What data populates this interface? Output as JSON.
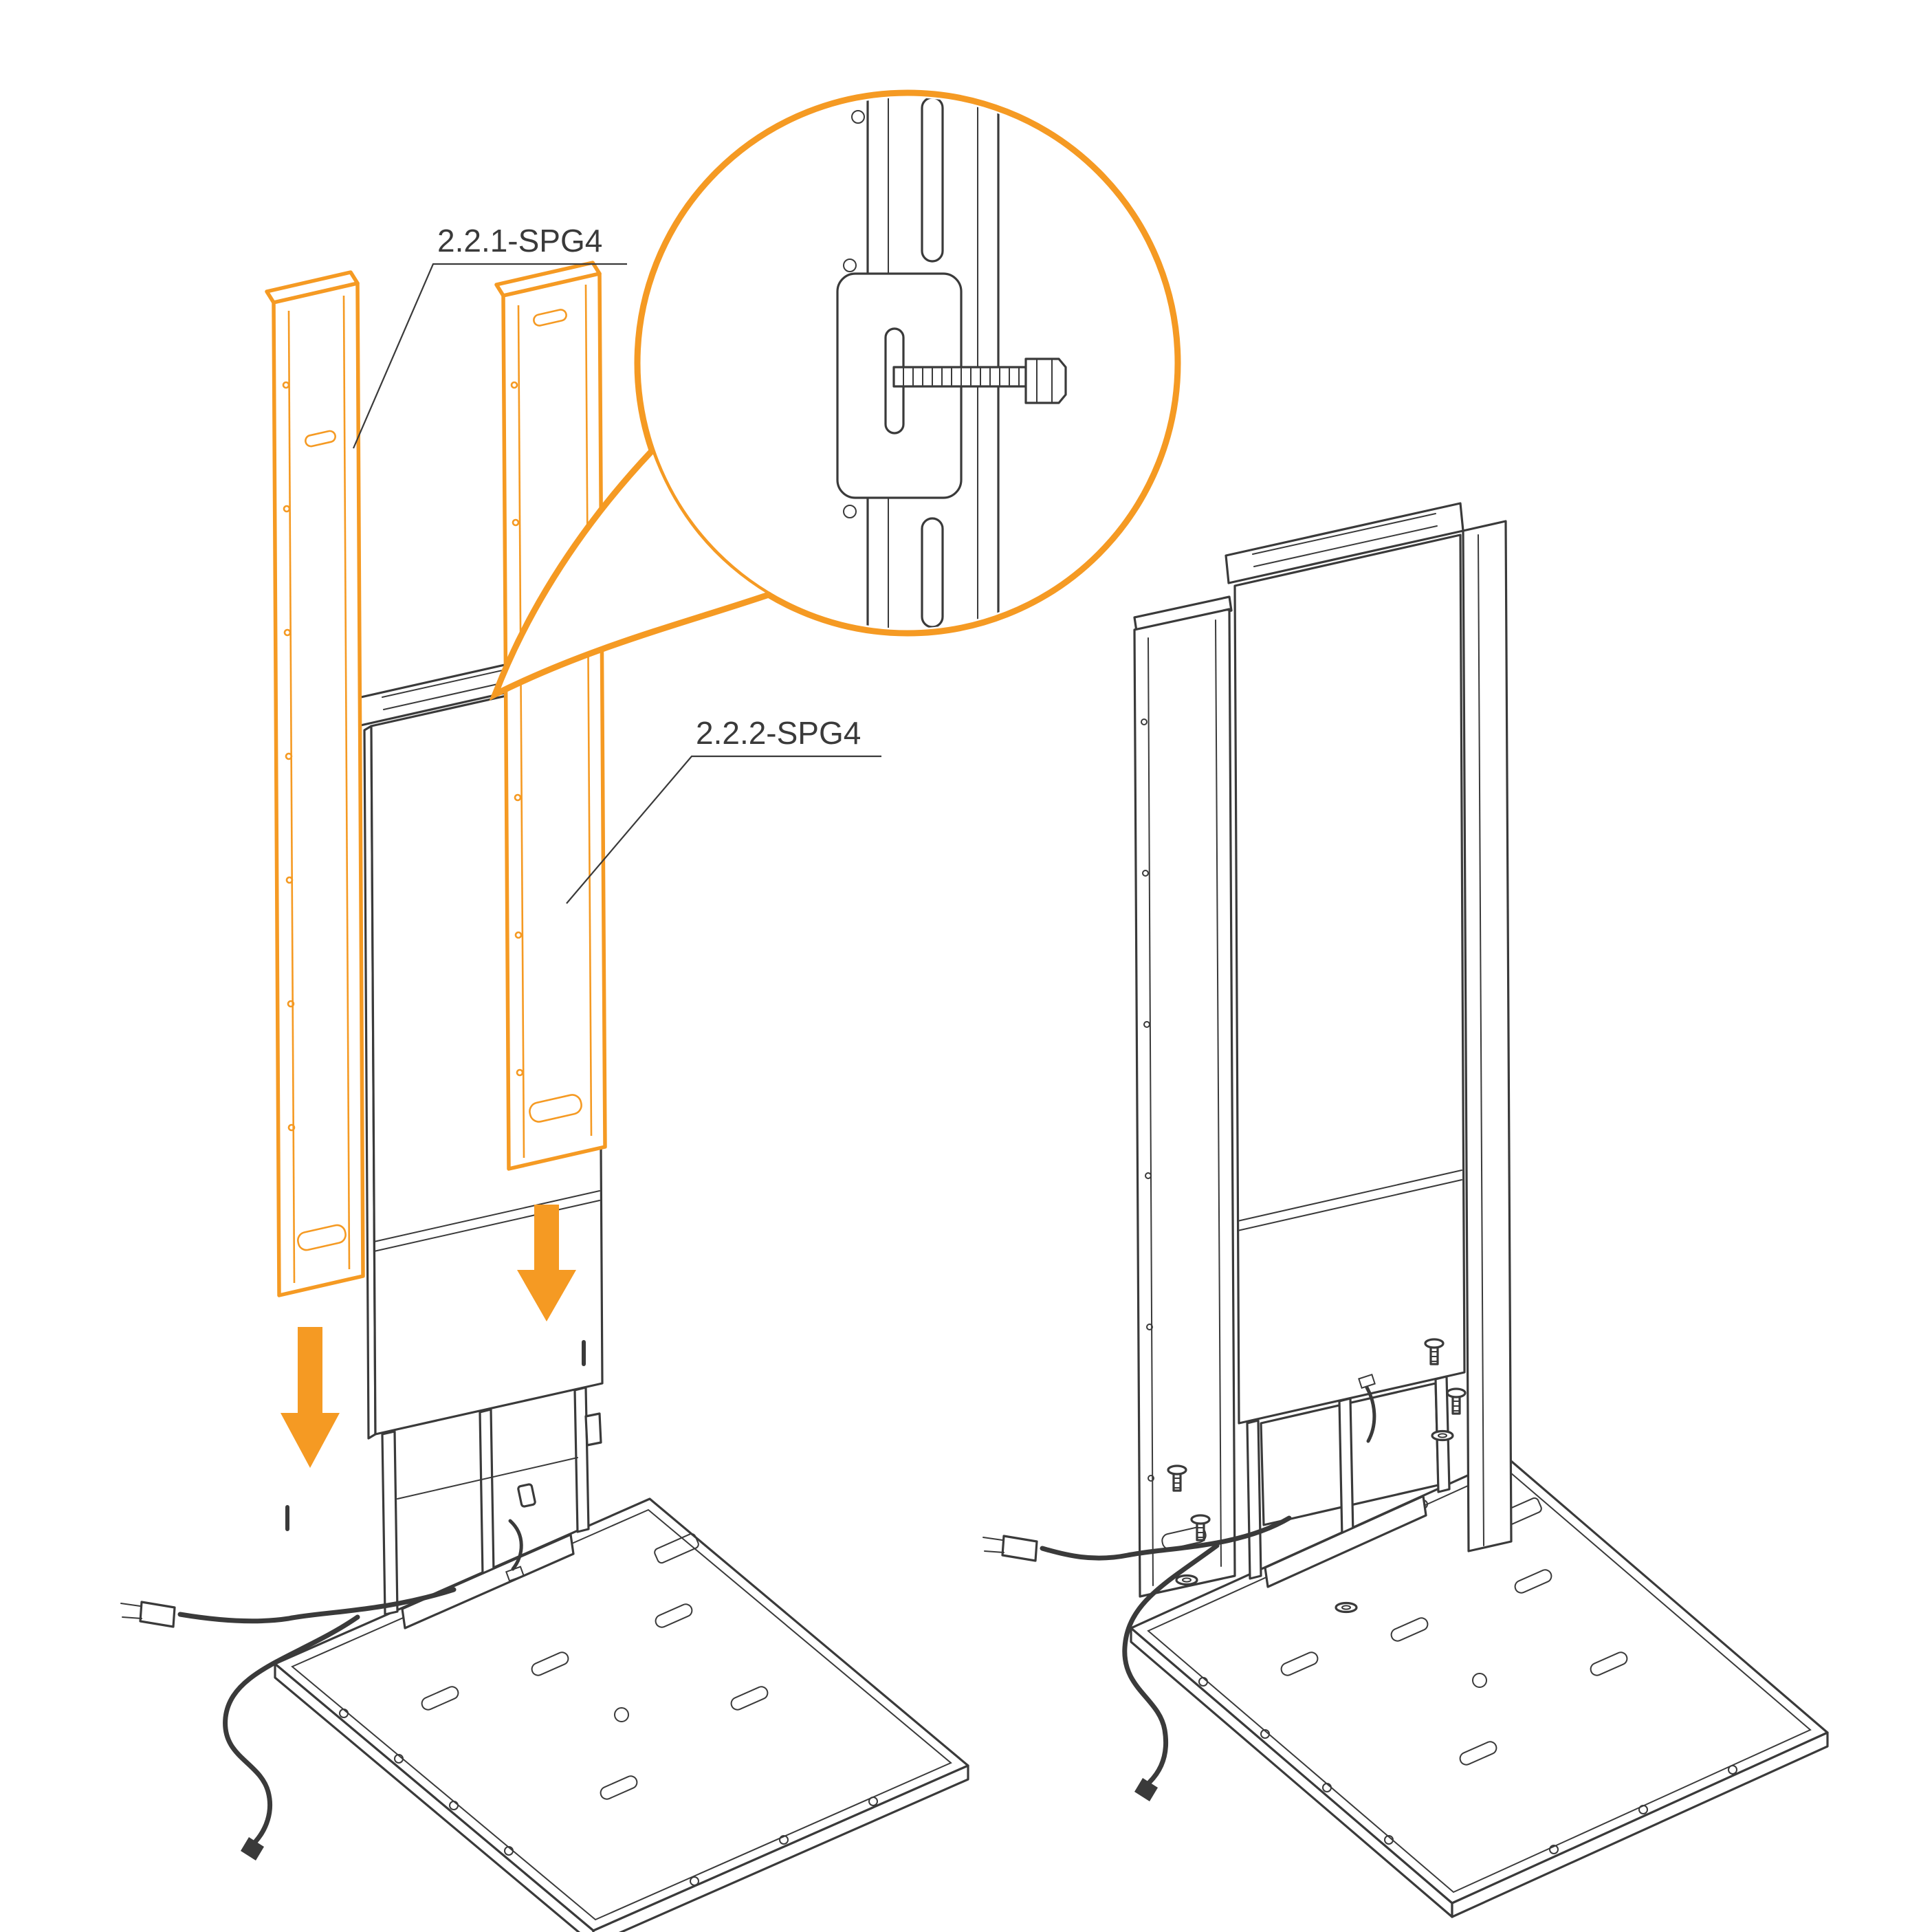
{
  "diagram": {
    "callouts": [
      {
        "label": "2.2.1-SPG4"
      },
      {
        "label": "2.2.2-SPG4"
      }
    ],
    "colors": {
      "accent": "#F59A23",
      "line": "#3A3A3A",
      "background": "#FFFFFF"
    },
    "icons": {
      "arrow": "down-arrow-icon",
      "magnifier": "zoom-detail-circle",
      "plug": "power-plug-icon",
      "bolt": "hex-bolt-icon",
      "washer": "washer-icon"
    }
  }
}
